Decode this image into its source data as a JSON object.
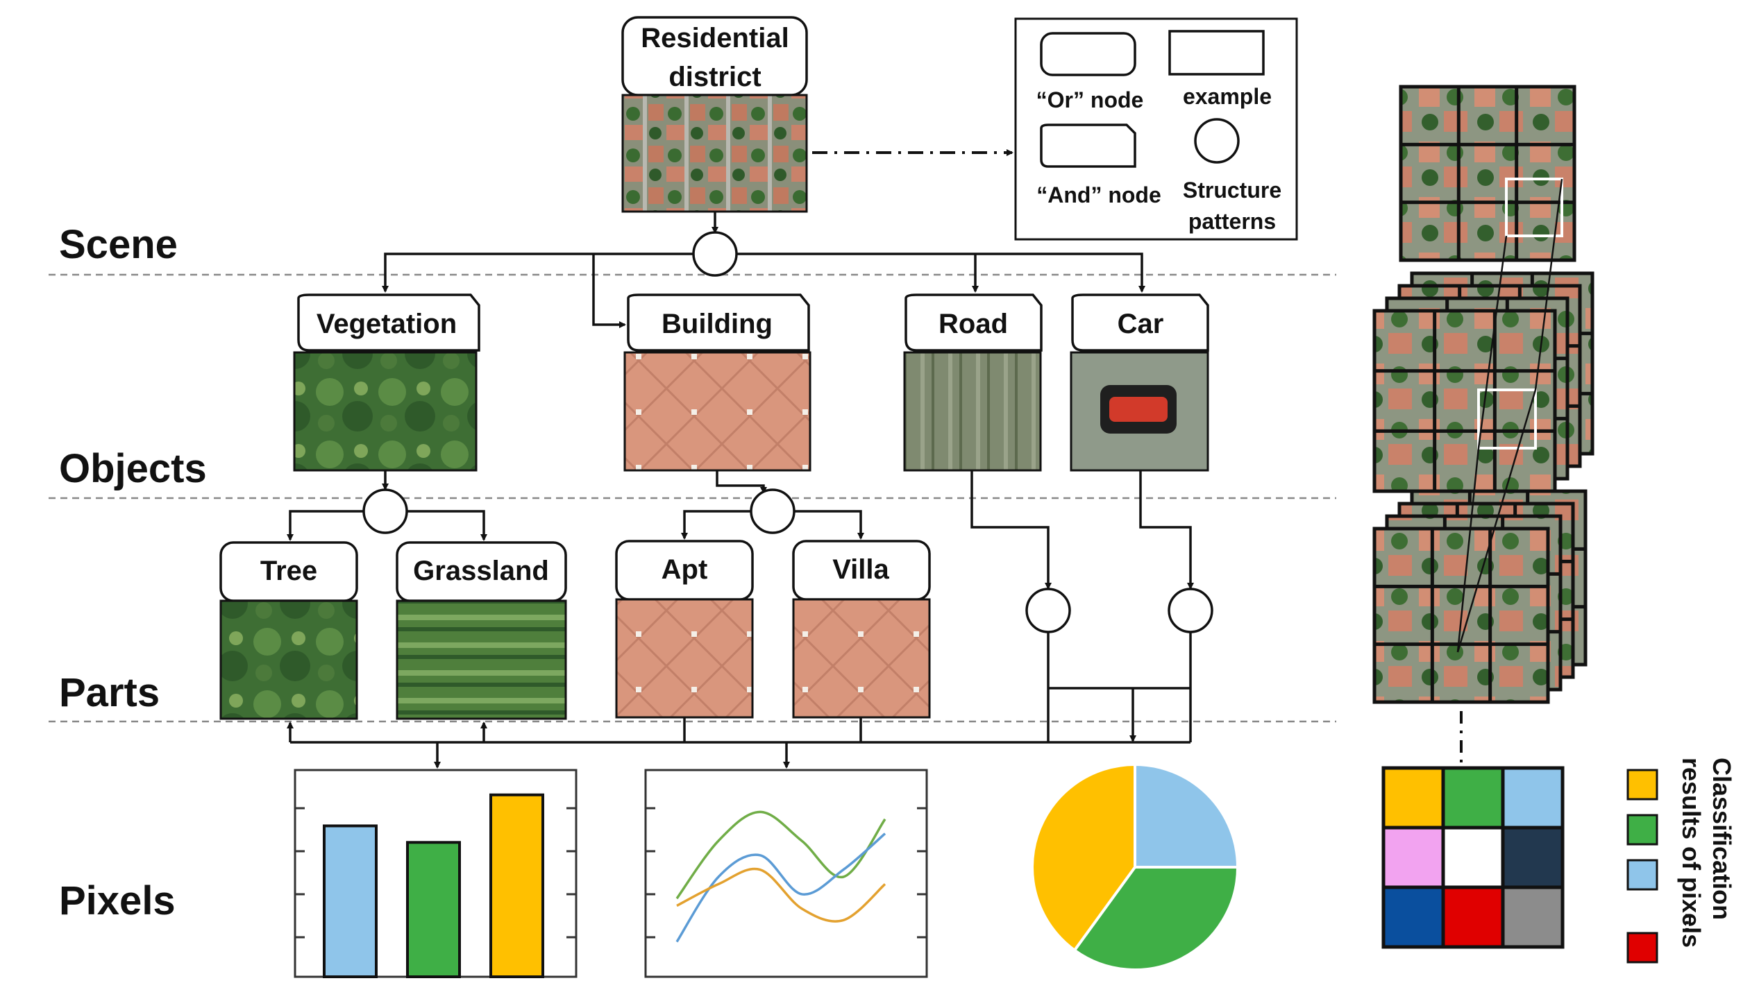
{
  "levels": {
    "scene": "Scene",
    "objects": "Objects",
    "parts": "Parts",
    "pixels": "Pixels"
  },
  "nodes": {
    "residential": [
      "Residential",
      "district"
    ],
    "vegetation": "Vegetation",
    "building": "Building",
    "road": "Road",
    "car": "Car",
    "tree": "Tree",
    "grassland": "Grassland",
    "apt": "Apt",
    "villa": "Villa"
  },
  "legend": {
    "or_node": "“Or” node",
    "example": "example",
    "and_node": "“And” node",
    "structure_patterns": [
      "Structure",
      "patterns"
    ]
  },
  "classification_label": [
    "Classification",
    "results of pixels"
  ],
  "classification_ellipsis": "…",
  "colors": {
    "blue": "#8FC5EA",
    "green": "#3FAF46",
    "yellow": "#FFC000",
    "pink": "#F2A3F0",
    "navy": "#22384F",
    "darkblue": "#0A4F9E",
    "red": "#E00000",
    "gray": "#8C8C8C",
    "roof": "#D9967D",
    "foliage": "#3E6E34"
  },
  "chart_data": [
    {
      "type": "bar",
      "categories": [
        "",
        "",
        ""
      ],
      "values": [
        0.73,
        0.65,
        0.88
      ],
      "colors": [
        "#8FC5EA",
        "#3FAF46",
        "#FFC000"
      ],
      "ylim": [
        0,
        1
      ]
    },
    {
      "type": "line",
      "series": [
        {
          "color": "#70AD47",
          "x": [
            0,
            1,
            2,
            3,
            4,
            5
          ],
          "y": [
            0.35,
            0.75,
            0.95,
            0.75,
            0.5,
            0.9
          ]
        },
        {
          "color": "#5B9BD5",
          "x": [
            0,
            1,
            2,
            3,
            4,
            5
          ],
          "y": [
            0.05,
            0.5,
            0.65,
            0.38,
            0.55,
            0.8
          ]
        },
        {
          "color": "#E3A12F",
          "x": [
            0,
            1,
            2,
            3,
            4,
            5
          ],
          "y": [
            0.3,
            0.45,
            0.55,
            0.28,
            0.2,
            0.45
          ]
        }
      ],
      "ylim": [
        0,
        1
      ]
    },
    {
      "type": "pie",
      "values": [
        25,
        35,
        40
      ],
      "colors": [
        "#8FC5EA",
        "#3FAF46",
        "#FFC000"
      ]
    }
  ],
  "classification_grid": [
    [
      "#FFC000",
      "#3FAF46",
      "#8FC5EA"
    ],
    [
      "#F2A3F0",
      "#FFFFFF",
      "#22384F"
    ],
    [
      "#0A4F9E",
      "#E00000",
      "#8C8C8C"
    ]
  ],
  "classification_legend": [
    "#FFC000",
    "#3FAF46",
    "#8FC5EA",
    "#E00000"
  ]
}
